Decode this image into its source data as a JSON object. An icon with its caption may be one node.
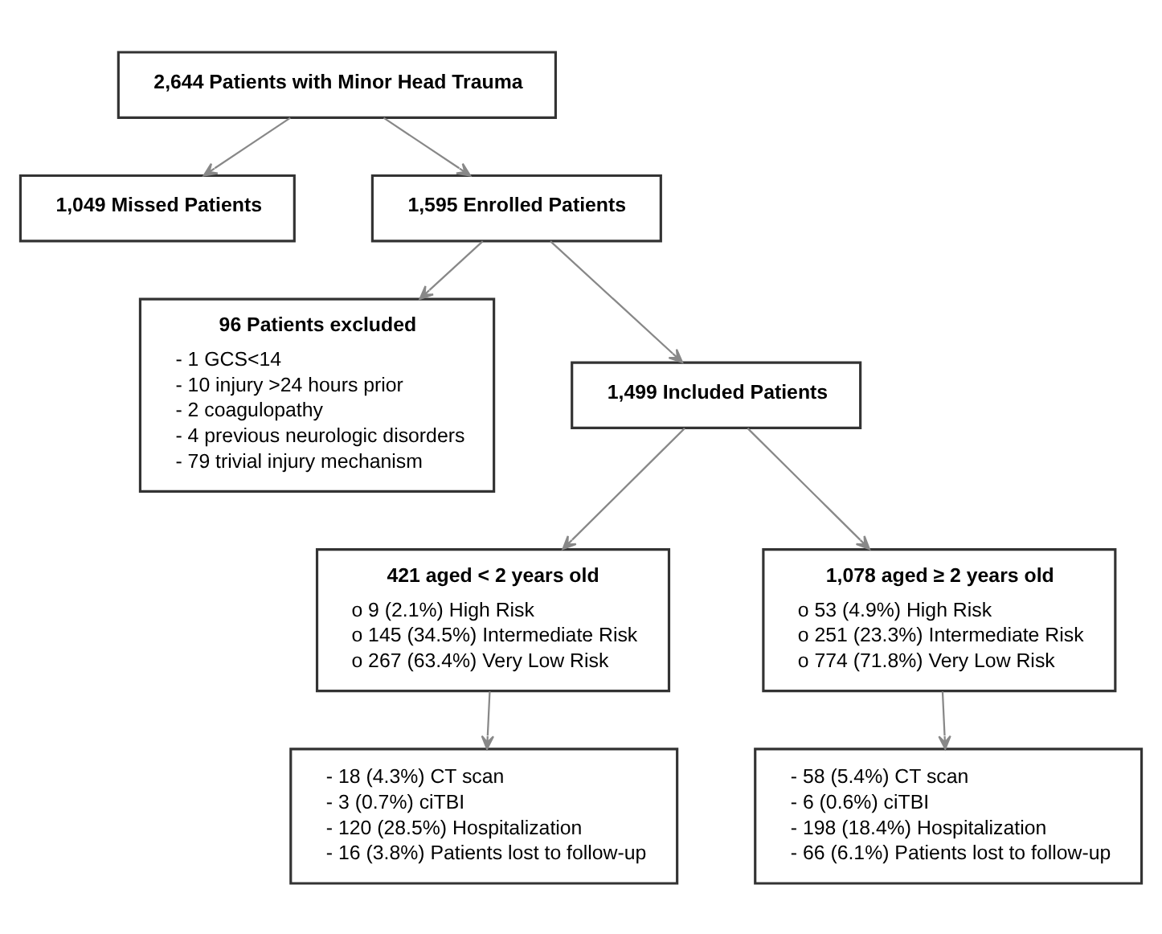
{
  "diagram": {
    "nodes": [
      {
        "text": [
          "2,644 Patients with Minor Head Trauma"
        ]
      },
      {
        "text": [
          "1,049 Missed Patients"
        ]
      },
      {
        "text": [
          "1,595 Enrolled Patients"
        ]
      },
      {
        "text": [
          "96 Patients excluded",
          "- 1 GCS<14",
          "- 10 injury >24 hours prior",
          "- 2 coagulopathy",
          "- 4 previous neurologic disorders",
          "- 79 trivial injury mechanism"
        ]
      },
      {
        "text": [
          "1,499 Included Patients"
        ]
      },
      {
        "text": [
          "421 aged < 2 years old",
          "o 9 (2.1%) High Risk",
          "o 145 (34.5%) Intermediate Risk",
          "o 267 (63.4%) Very Low Risk"
        ]
      },
      {
        "text": [
          "1,078 aged ≥ 2 years old",
          "o 53 (4.9%) High Risk",
          "o 251 (23.3%) Intermediate Risk",
          "o 774 (71.8%) Very Low Risk"
        ]
      },
      {
        "text": [
          "- 18 (4.3%) CT scan",
          "- 3 (0.7%) ciTBI",
          "- 120 (28.5%) Hospitalization",
          "- 16 (3.8%) Patients lost to follow-up"
        ]
      },
      {
        "text": [
          "- 58 (5.4%) CT scan",
          "- 6 (0.6%) ciTBI",
          "- 198 (18.4%) Hospitalization",
          "- 66 (6.1%) Patients lost to follow-up"
        ]
      }
    ],
    "edges": [
      {
        "from": 0,
        "to": 1,
        "arrow": "to"
      },
      {
        "from": 0,
        "to": 2,
        "arrow": "to"
      },
      {
        "from": 2,
        "to": 3,
        "arrow": "to"
      },
      {
        "from": 2,
        "to": 4,
        "arrow": "to"
      },
      {
        "from": 4,
        "to": 5,
        "arrow": "to"
      },
      {
        "from": 4,
        "to": 6,
        "arrow": "to"
      },
      {
        "from": 5,
        "to": 7,
        "arrow": "to"
      },
      {
        "from": 6,
        "to": 8,
        "arrow": "to"
      }
    ]
  }
}
